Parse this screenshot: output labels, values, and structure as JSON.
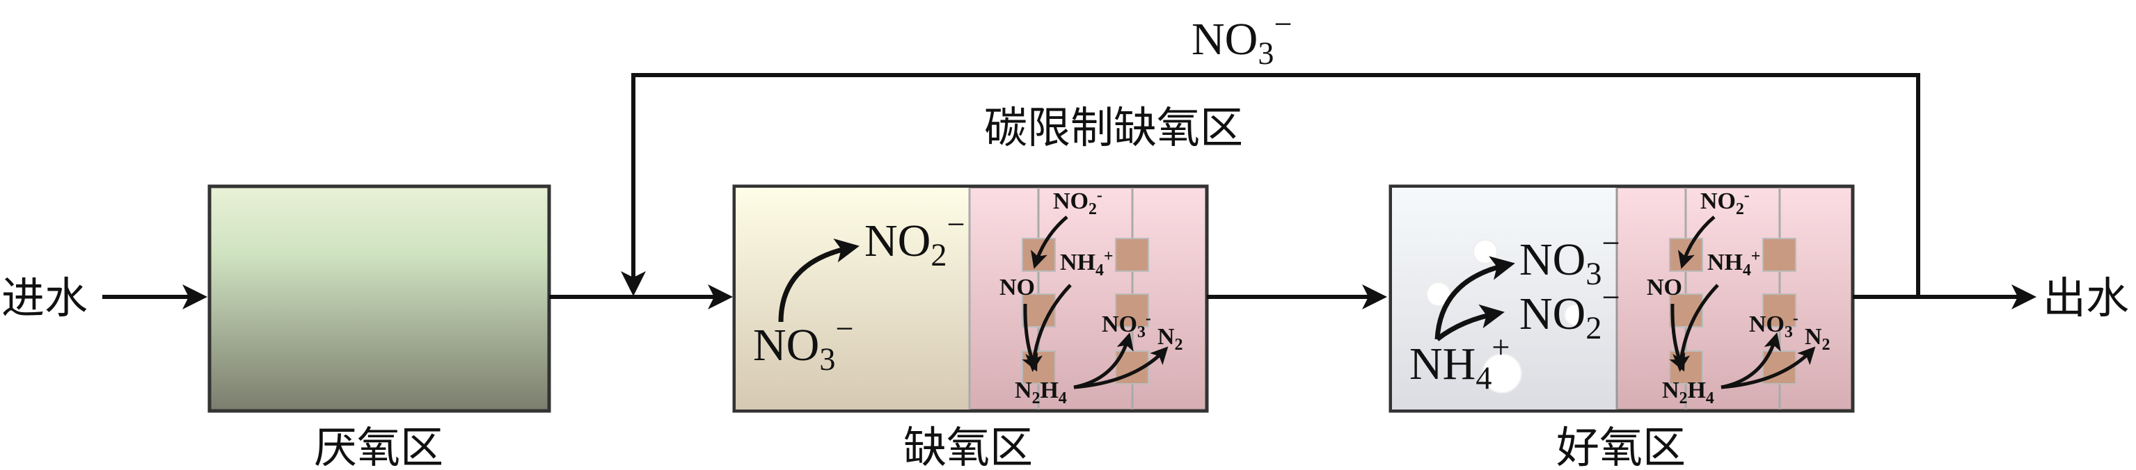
{
  "labels": {
    "inflow": "进水",
    "outflow": "出水",
    "anaerobic": "厌氧区",
    "anoxic": "缺氧区",
    "aerobic": "好氧区",
    "carbon_limited_anoxic": "碳限制缺氧区"
  },
  "recycle": {
    "base": "NO",
    "sub": "3",
    "sup": "−"
  },
  "anoxic_left": {
    "from": {
      "base": "NO",
      "sub": "3",
      "sup": "−"
    },
    "to": {
      "base": "NO",
      "sub": "2",
      "sup": "−"
    }
  },
  "aerobic_left": {
    "from": {
      "base": "NH",
      "sub": "4",
      "sup": "+"
    },
    "to1": {
      "base": "NO",
      "sub": "3",
      "sup": "−"
    },
    "to2": {
      "base": "NO",
      "sub": "2",
      "sup": "−"
    }
  },
  "anammox": {
    "no2": {
      "base": "NO",
      "sub": "2",
      "sup": "-"
    },
    "nh4": {
      "base": "NH",
      "sub": "4",
      "sup": "+"
    },
    "no": "NO",
    "n2h4": {
      "n": "N",
      "sub1": "2",
      "h": "H",
      "sub2": "4"
    },
    "no3": {
      "base": "NO",
      "sub": "3",
      "sup": "-"
    },
    "n2": {
      "base": "N",
      "sub": "2"
    }
  },
  "colors": {
    "anaerobic_top": "#e9f1d6",
    "anaerobic_bottom": "#7b7d6d",
    "anoxic_top": "#fefde6",
    "anoxic_bottom": "#d6c9b3",
    "aerobic_top": "#f6f9fb",
    "aerobic_bottom": "#dcdde2",
    "anammox_top": "#fbdde3",
    "anammox_bottom": "#d6aeb3",
    "cell": "#c99a82"
  }
}
